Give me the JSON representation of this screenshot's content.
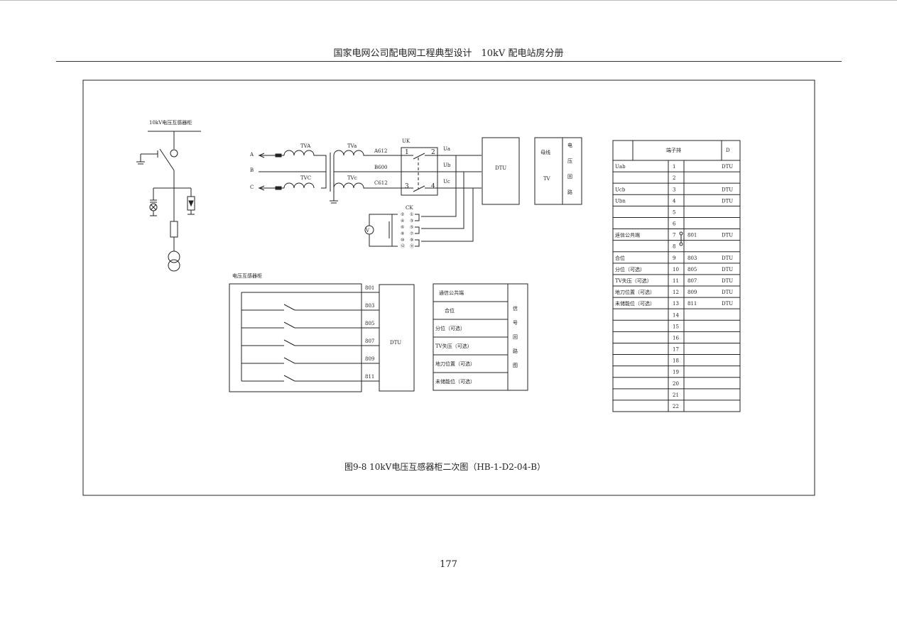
{
  "header": {
    "title": "国家电网公司配电网工程典型设计　10kV 配电站房分册"
  },
  "page_number": "177",
  "caption": "图9-8 10kV电压互感器柜二次图（HB-1-D2-04-B）",
  "single_line": {
    "title": "10kV电压互感器柜"
  },
  "voltage_circuit": {
    "phases": [
      "A",
      "B",
      "C"
    ],
    "tv_primary": [
      "TVA",
      "TVC"
    ],
    "tv_secondary": [
      "TVa",
      "TVc"
    ],
    "wires": [
      "A612",
      "B600",
      "C612"
    ],
    "switch_label": "UK",
    "switch_contacts": [
      "1",
      "2",
      "3",
      "4"
    ],
    "outputs": [
      "Ua",
      "Ub",
      "Uc"
    ],
    "ck_label": "CK",
    "ck_left": [
      "②",
      "④",
      "⑥",
      "⑧",
      "⑩",
      "⑫"
    ],
    "ck_right": [
      "①",
      "③",
      "⑤",
      "⑦",
      "⑨",
      "⑪"
    ],
    "voltmeter": "V",
    "dtu": "DTU",
    "bus_tv": [
      "母线",
      "TV"
    ],
    "loop_title": [
      "电",
      "压",
      "回",
      "路"
    ]
  },
  "signal_circuit": {
    "cabinet": "电压互感器柜",
    "wires": [
      "801",
      "803",
      "805",
      "807",
      "809",
      "811"
    ],
    "dtu": "DTU",
    "signals": [
      "通信公共端",
      "合位",
      "分位（可选）",
      "TV失压（可选）",
      "地刀位置（可选）",
      "未储能位（可选）"
    ],
    "loop_title": [
      "信",
      "号",
      "回",
      "路",
      "图"
    ]
  },
  "terminal": {
    "title": "端子排",
    "col_d": "D",
    "rows": [
      {
        "label": "Uab",
        "no": "1",
        "wire": "",
        "dest": "DTU"
      },
      {
        "label": "",
        "no": "2",
        "wire": "",
        "dest": ""
      },
      {
        "label": "Ucb",
        "no": "3",
        "wire": "",
        "dest": "DTU"
      },
      {
        "label": "Ubn",
        "no": "4",
        "wire": "",
        "dest": "DTU"
      },
      {
        "label": "",
        "no": "5",
        "wire": "",
        "dest": ""
      },
      {
        "label": "",
        "no": "6",
        "wire": "",
        "dest": ""
      },
      {
        "label": "遥信公共端",
        "no": "7",
        "wire": "801",
        "dest": "DTU"
      },
      {
        "label": "",
        "no": "8",
        "wire": "",
        "dest": ""
      },
      {
        "label": "合位",
        "no": "9",
        "wire": "803",
        "dest": "DTU"
      },
      {
        "label": "分位（可选）",
        "no": "10",
        "wire": "805",
        "dest": "DTU"
      },
      {
        "label": "TV失压（可选）",
        "no": "11",
        "wire": "807",
        "dest": "DTU"
      },
      {
        "label": "地刀位置（可选）",
        "no": "12",
        "wire": "809",
        "dest": "DTU"
      },
      {
        "label": "未储能位（可选）",
        "no": "13",
        "wire": "811",
        "dest": "DTU"
      },
      {
        "label": "",
        "no": "14",
        "wire": "",
        "dest": ""
      },
      {
        "label": "",
        "no": "15",
        "wire": "",
        "dest": ""
      },
      {
        "label": "",
        "no": "16",
        "wire": "",
        "dest": ""
      },
      {
        "label": "",
        "no": "17",
        "wire": "",
        "dest": ""
      },
      {
        "label": "",
        "no": "18",
        "wire": "",
        "dest": ""
      },
      {
        "label": "",
        "no": "19",
        "wire": "",
        "dest": ""
      },
      {
        "label": "",
        "no": "20",
        "wire": "",
        "dest": ""
      },
      {
        "label": "",
        "no": "21",
        "wire": "",
        "dest": ""
      },
      {
        "label": "",
        "no": "22",
        "wire": "",
        "dest": ""
      }
    ]
  }
}
